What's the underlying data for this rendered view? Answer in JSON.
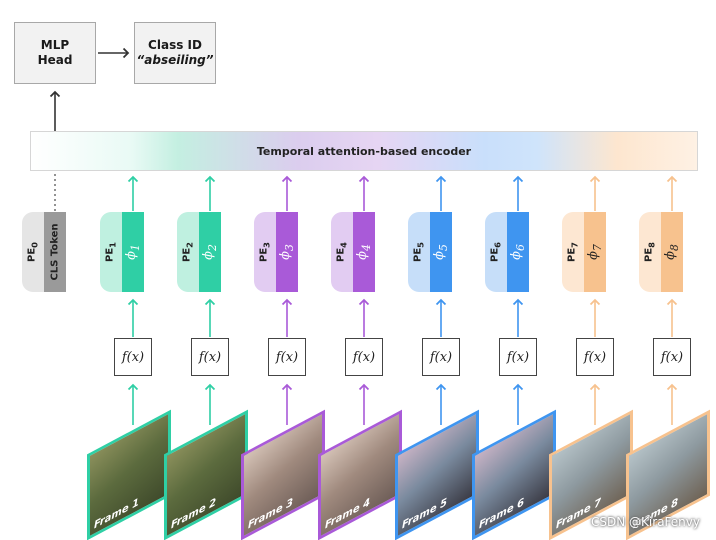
{
  "mlp_head": {
    "line1": "MLP",
    "line2": "Head"
  },
  "class_id": {
    "title": "Class ID",
    "value": "“abseiling”"
  },
  "encoder_label": "Temporal attention-based encoder",
  "cls": {
    "pe_label": "PE",
    "pe_sub": "0",
    "token_label": "CLS Token"
  },
  "fx_label": "f(x)",
  "colors": {
    "teal": "#2fcfa5",
    "teal_light": "#bff0e0",
    "purple": "#a95ad8",
    "purple_light": "#e2ccf2",
    "blue": "#3f95f0",
    "blue_light": "#c6def9",
    "orange": "#f7c28e",
    "orange_light": "#fde7d2",
    "gray": "#9a9a9a",
    "gray_light": "#e5e5e5"
  },
  "tokens": [
    {
      "pe_label": "PE",
      "pe_sub": "1",
      "phi": "ϕ",
      "phi_sub": "1",
      "frame_label": "Frame 1",
      "color": "teal"
    },
    {
      "pe_label": "PE",
      "pe_sub": "2",
      "phi": "ϕ",
      "phi_sub": "2",
      "frame_label": "Frame 2",
      "color": "teal"
    },
    {
      "pe_label": "PE",
      "pe_sub": "3",
      "phi": "ϕ",
      "phi_sub": "3",
      "frame_label": "Frame 3",
      "color": "purple"
    },
    {
      "pe_label": "PE",
      "pe_sub": "4",
      "phi": "ϕ",
      "phi_sub": "4",
      "frame_label": "Frame 4",
      "color": "purple"
    },
    {
      "pe_label": "PE",
      "pe_sub": "5",
      "phi": "ϕ",
      "phi_sub": "5",
      "frame_label": "Frame 5",
      "color": "blue"
    },
    {
      "pe_label": "PE",
      "pe_sub": "6",
      "phi": "ϕ",
      "phi_sub": "6",
      "frame_label": "Frame 6",
      "color": "blue"
    },
    {
      "pe_label": "PE",
      "pe_sub": "7",
      "phi": "ϕ",
      "phi_sub": "7",
      "frame_label": "Frame 7",
      "color": "orange"
    },
    {
      "pe_label": "PE",
      "pe_sub": "8",
      "phi": "ϕ",
      "phi_sub": "8",
      "frame_label": "Frame 8",
      "color": "orange"
    }
  ],
  "watermark": "CSDN @KiraFenvy"
}
